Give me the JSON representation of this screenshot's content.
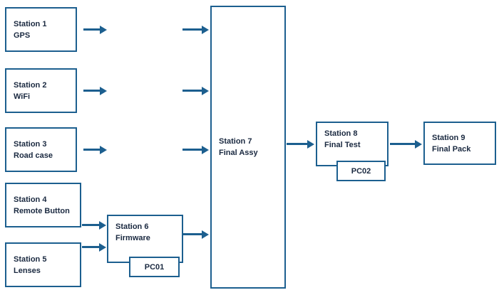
{
  "diagram": {
    "type": "flowchart",
    "nodes": {
      "station1": {
        "line1": "Station 1",
        "line2": "GPS"
      },
      "station2": {
        "line1": "Station 2",
        "line2": "WiFi"
      },
      "station3": {
        "line1": "Station 3",
        "line2": "Road case"
      },
      "station4": {
        "line1": "Station 4",
        "line2": "Remote Button"
      },
      "station5": {
        "line1": "Station 5",
        "line2": "Lenses"
      },
      "station6": {
        "line1": "Station 6",
        "line2": "Firmware"
      },
      "station7": {
        "line1": "Station 7",
        "line2": "Final Assy"
      },
      "station8": {
        "line1": "Station 8",
        "line2": "Final Test"
      },
      "station9": {
        "line1": "Station 9",
        "line2": "Final Pack"
      },
      "pc01": {
        "label": "PC01"
      },
      "pc02": {
        "label": "PC02"
      }
    },
    "edges": [
      {
        "from": "Station 1",
        "to": "Station 7"
      },
      {
        "from": "Station 2",
        "to": "Station 7"
      },
      {
        "from": "Station 3",
        "to": "Station 7"
      },
      {
        "from": "Station 4",
        "to": "Station 6"
      },
      {
        "from": "Station 5",
        "to": "Station 6"
      },
      {
        "from": "Station 6",
        "to": "Station 7"
      },
      {
        "from": "Station 7",
        "to": "Station 8"
      },
      {
        "from": "Station 8",
        "to": "Station 9"
      }
    ],
    "colors": {
      "line": "#1c5f8f",
      "text": "#1a2940",
      "node_fill": "#ffffff",
      "background": "#ffffff"
    }
  }
}
